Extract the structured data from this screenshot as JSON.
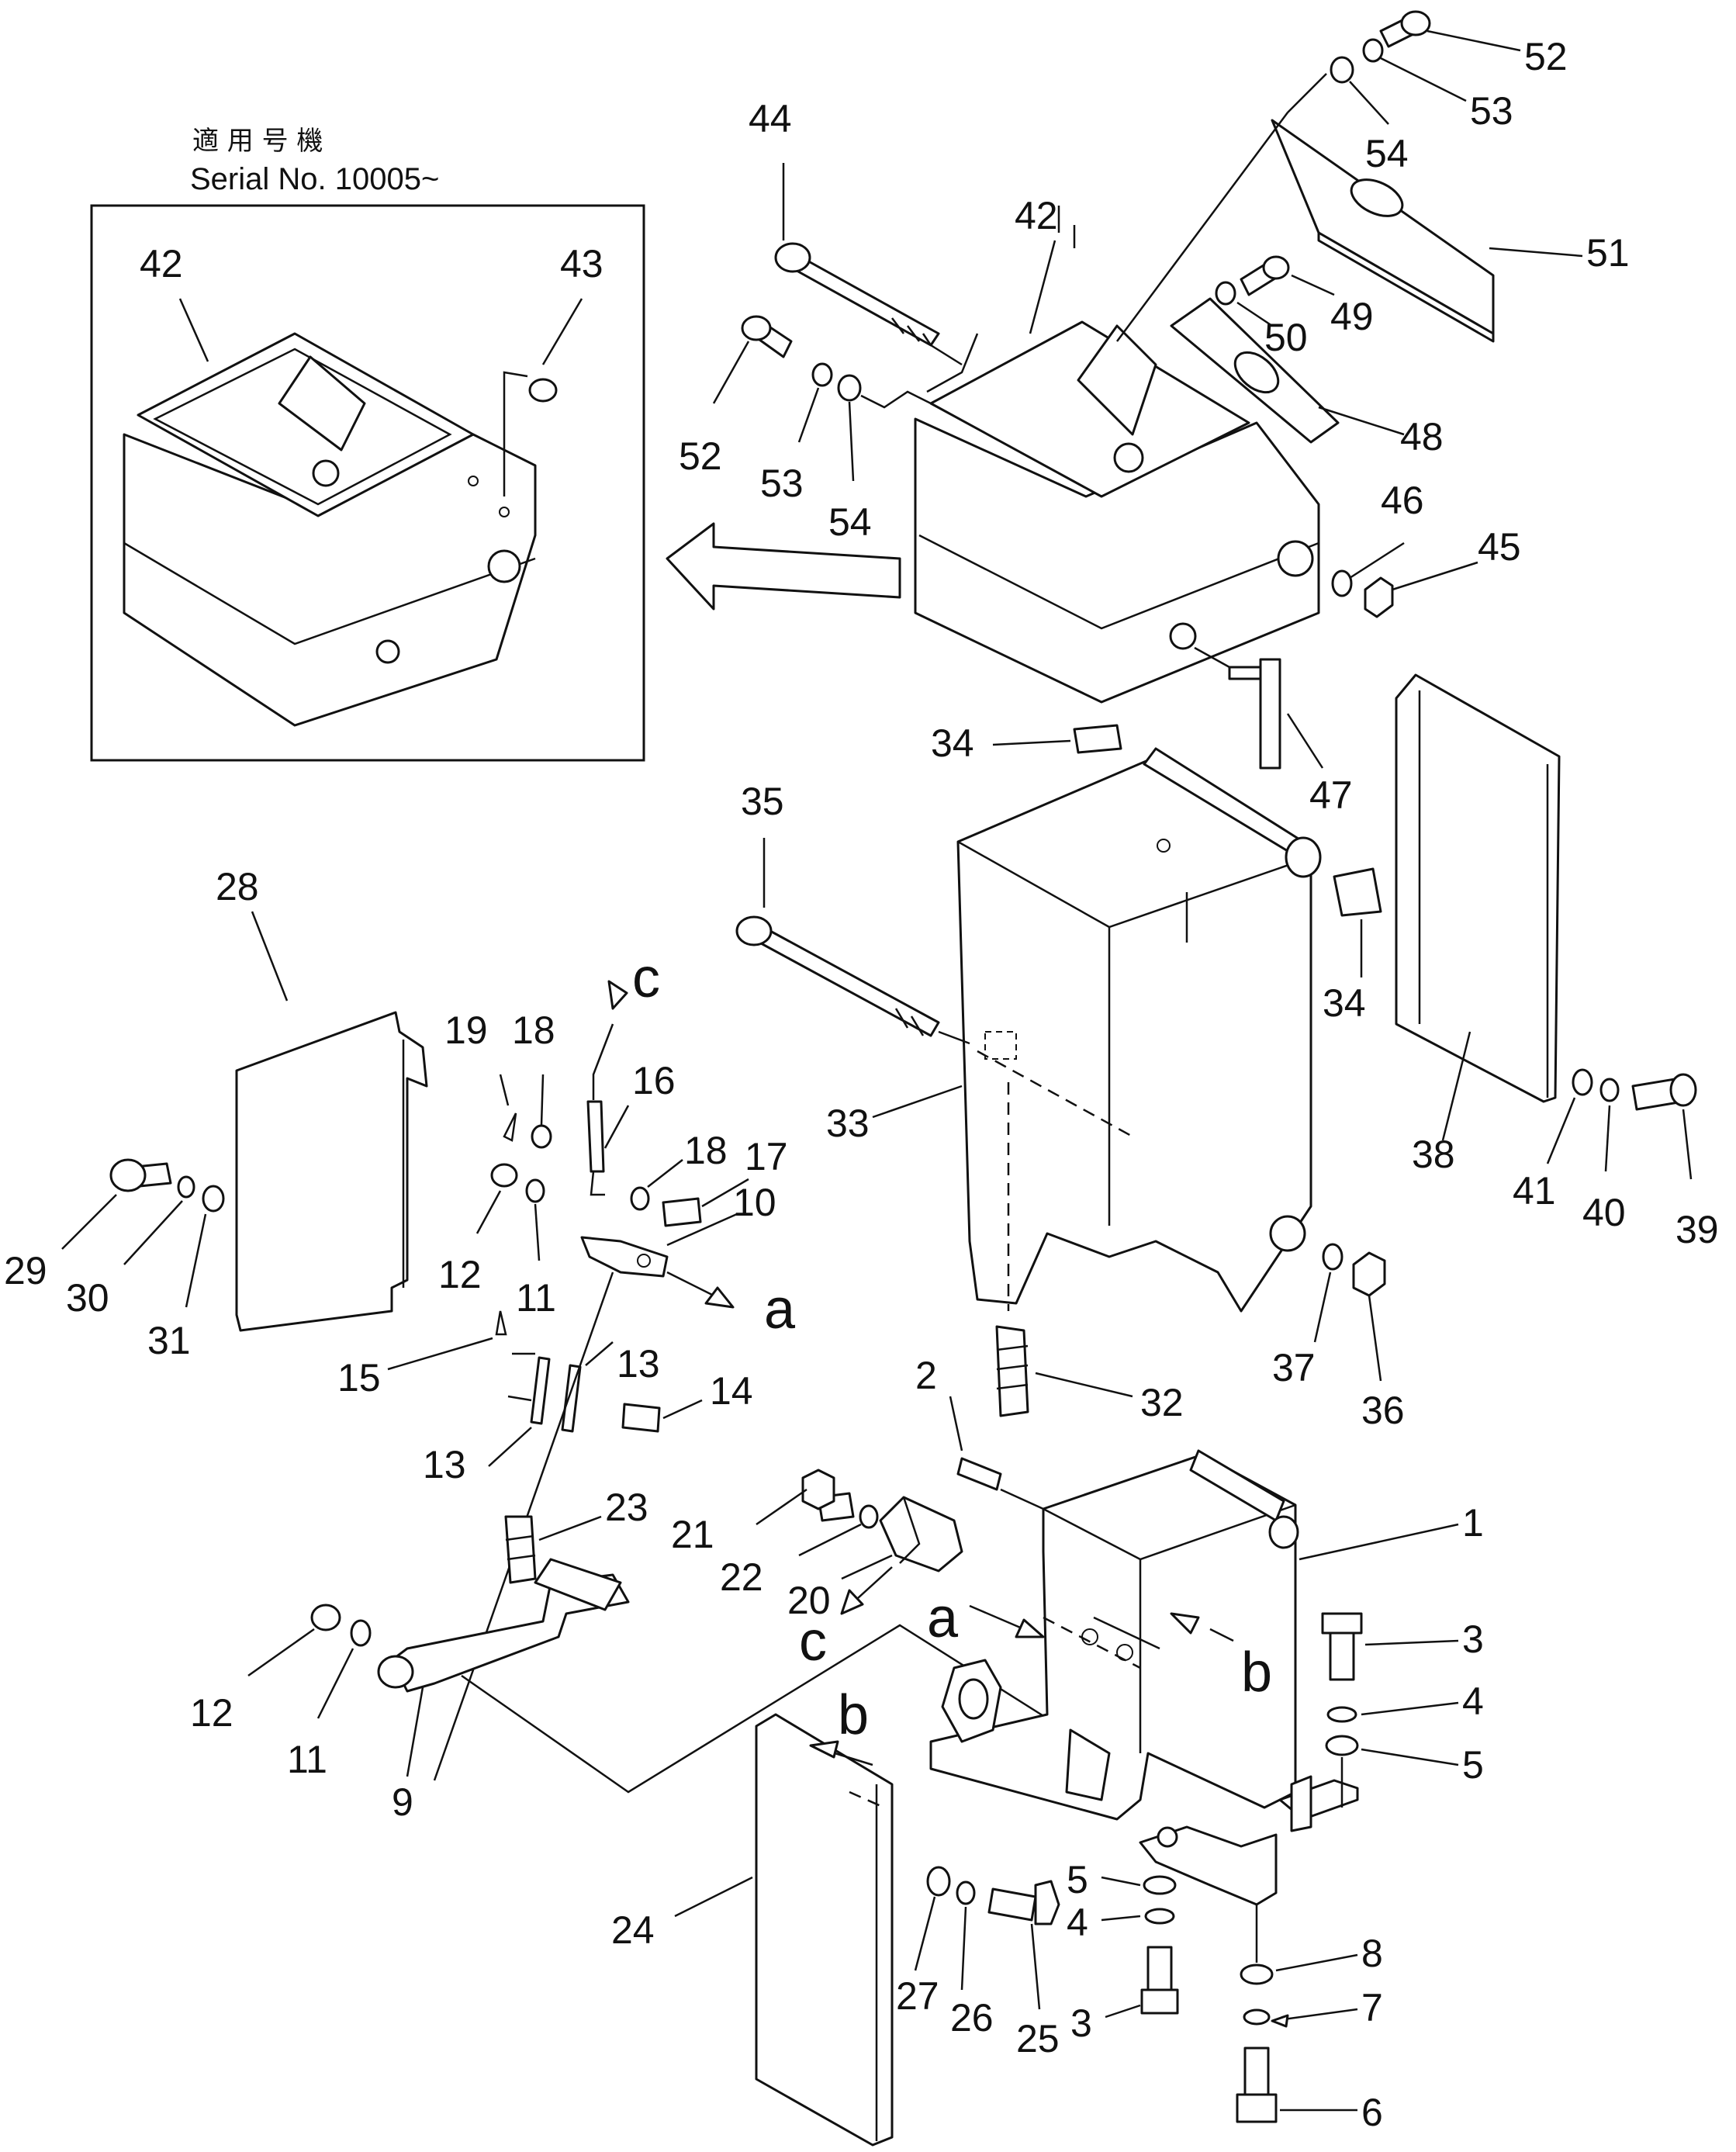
{
  "inset": {
    "applicability_jp": "適 用 号 機",
    "serial_label": "Serial No. 10005~"
  },
  "view_letters": {
    "a1": "a",
    "a2": "a",
    "b1": "b",
    "b2": "b",
    "c1": "c",
    "c2": "c"
  },
  "parts": {
    "p1": "1",
    "p2": "2",
    "p3a": "3",
    "p3b": "3",
    "p4a": "4",
    "p4b": "4",
    "p5a": "5",
    "p5b": "5",
    "p6": "6",
    "p7": "7",
    "p8": "8",
    "p9": "9",
    "p10": "10",
    "p11a": "11",
    "p11b": "11",
    "p12a": "12",
    "p12b": "12",
    "p13a": "13",
    "p13b": "13",
    "p14": "14",
    "p15": "15",
    "p16": "16",
    "p17": "17",
    "p18a": "18",
    "p18b": "18",
    "p19": "19",
    "p20": "20",
    "p21": "21",
    "p22": "22",
    "p23": "23",
    "p24": "24",
    "p25": "25",
    "p26": "26",
    "p27": "27",
    "p28": "28",
    "p29": "29",
    "p30": "30",
    "p31": "31",
    "p32": "32",
    "p33": "33",
    "p34a": "34",
    "p34b": "34",
    "p35": "35",
    "p36": "36",
    "p37": "37",
    "p38": "38",
    "p39": "39",
    "p40": "40",
    "p41": "41",
    "p42a": "42",
    "p42b": "42",
    "p43": "43",
    "p44": "44",
    "p45": "45",
    "p46": "46",
    "p47": "47",
    "p48": "48",
    "p49": "49",
    "p50": "50",
    "p51": "51",
    "p52a": "52",
    "p52b": "52",
    "p53a": "53",
    "p53b": "53",
    "p54a": "54",
    "p54b": "54"
  }
}
